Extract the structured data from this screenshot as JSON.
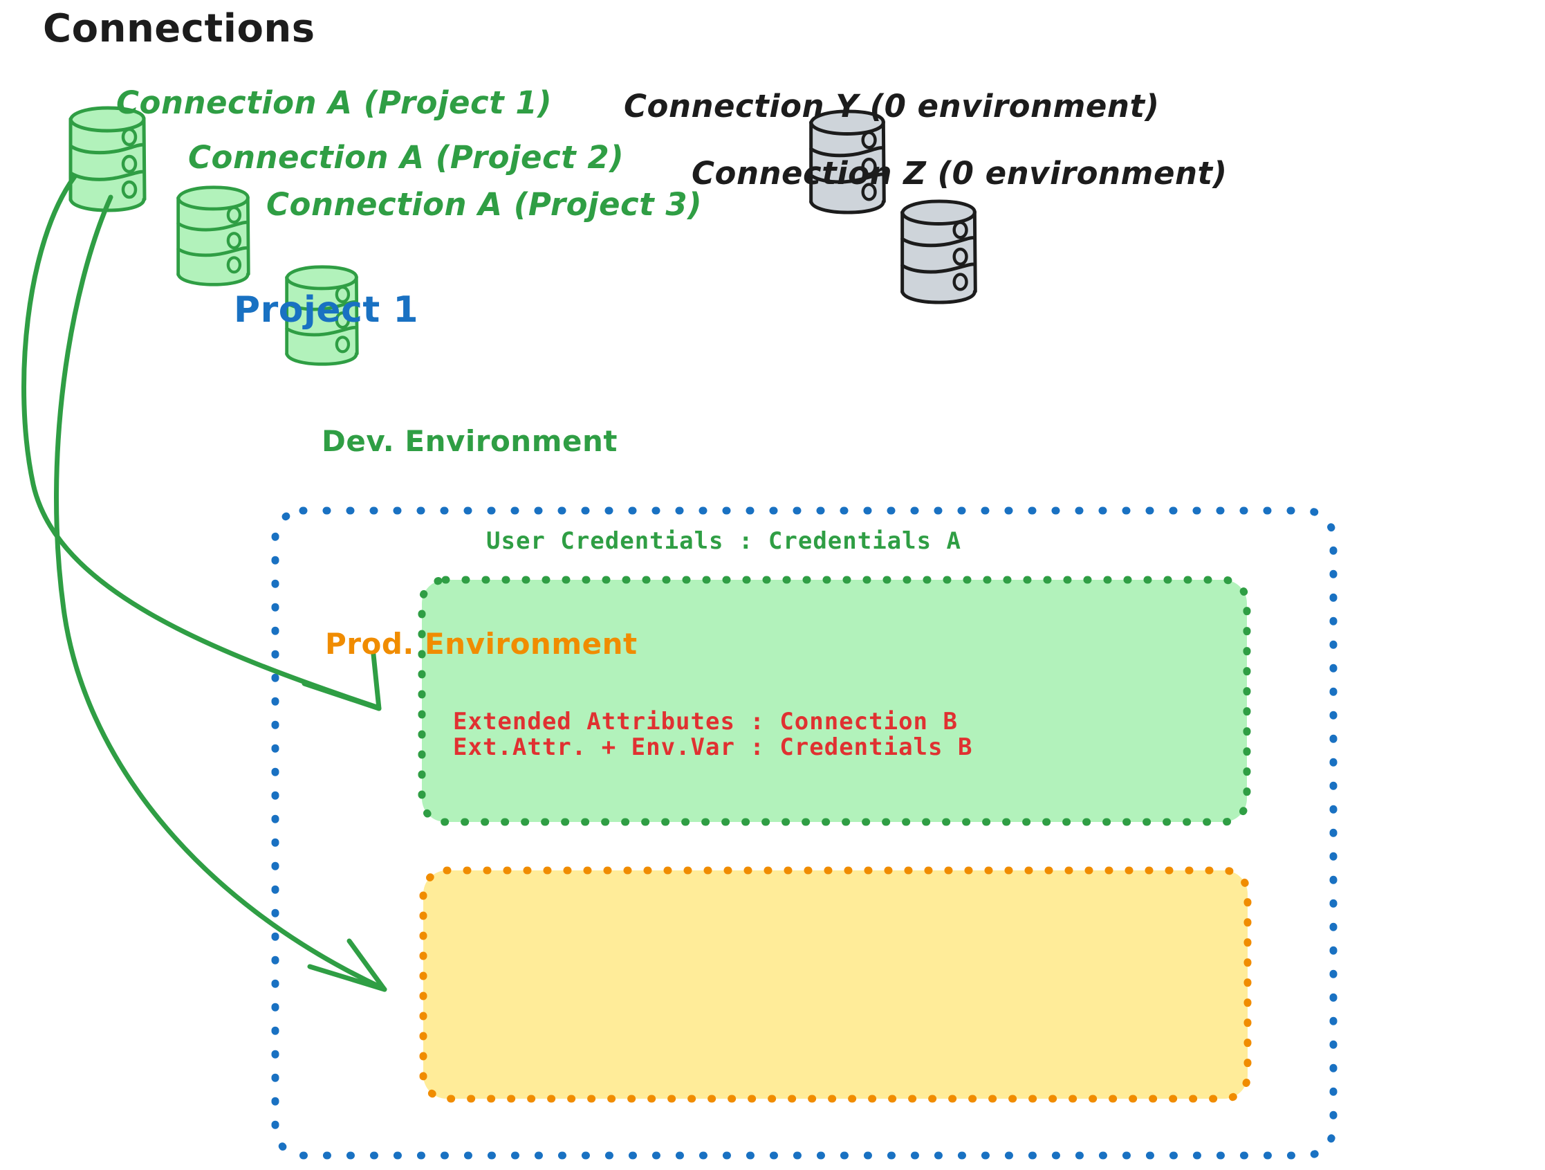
{
  "diagram": {
    "title": "Connections",
    "colors": {
      "green_stroke": "#2f9e44",
      "green_fill": "#b2f2bb",
      "gray_stroke": "#1c1c1c",
      "gray_fill": "#ced4da",
      "blue": "#1971c2",
      "orange": "#f08c00",
      "orange_fill": "#ffec99",
      "red": "#e03131",
      "black": "#1c1c1c"
    }
  },
  "connections": {
    "green": [
      {
        "id": "connection-a-project-1",
        "label": "Connection A (Project 1)",
        "icon": "database-icon",
        "color": "#2f9e44"
      },
      {
        "id": "connection-a-project-2",
        "label": "Connection A (Project 2)",
        "icon": "database-icon",
        "color": "#2f9e44"
      },
      {
        "id": "connection-a-project-3",
        "label": "Connection A (Project 3)",
        "icon": "database-icon",
        "color": "#2f9e44"
      }
    ],
    "gray": [
      {
        "id": "connection-y",
        "label": "Connection Y (0 environment)",
        "icon": "database-icon",
        "color": "#1c1c1c"
      },
      {
        "id": "connection-z",
        "label": "Connection Z (0 environment)",
        "icon": "database-icon",
        "color": "#1c1c1c"
      }
    ]
  },
  "project": {
    "title": "Project 1",
    "environments": [
      {
        "id": "dev-environment",
        "title": "Dev. Environment",
        "accent": "#2f9e44",
        "fill": "#b2f2bb",
        "lines": [
          "User Credentials : Credentials A"
        ]
      },
      {
        "id": "prod-environment",
        "title": "Prod. Environment",
        "accent": "#f08c00",
        "fill": "#ffec99",
        "lines": [
          "Extended Attributes : Connection B",
          "Ext.Attr. + Env.Var : Credentials B"
        ]
      }
    ]
  },
  "arrows": [
    {
      "id": "arrow-connection-a-to-dev",
      "from": "connection-a-project-1",
      "to": "dev-environment",
      "color": "#2f9e44"
    },
    {
      "id": "arrow-connection-a-to-prod",
      "from": "connection-a-project-1",
      "to": "prod-environment",
      "color": "#2f9e44"
    }
  ]
}
